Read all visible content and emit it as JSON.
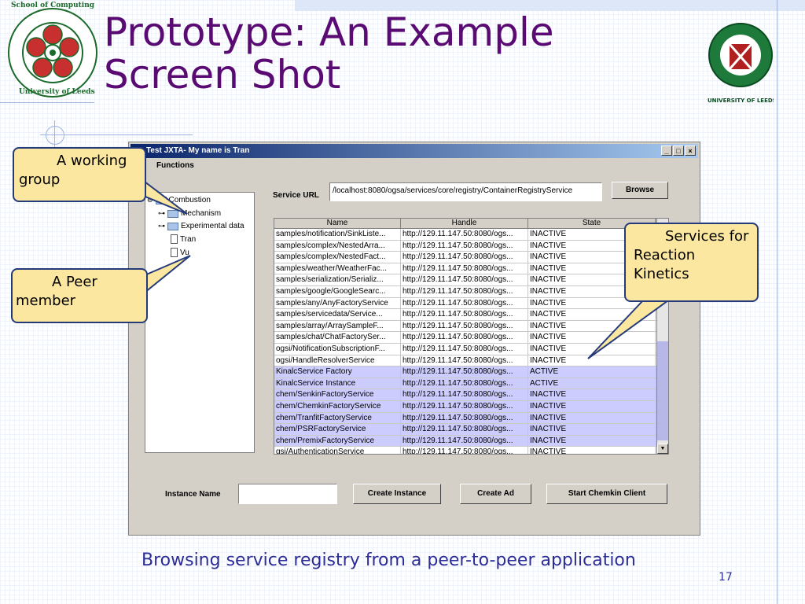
{
  "slide": {
    "title_line1": "Prototype: An Example",
    "title_line2": "Screen Shot",
    "caption": "Browsing service registry from a peer-to-peer application",
    "page_number": "17",
    "left_logo_text_top": "School of Computing",
    "left_logo_text_bottom": "University of Leeds",
    "right_logo_text": "UNIVERSITY OF LEEDS"
  },
  "callouts": {
    "working_group": "A working group",
    "peer_member": "A Peer member",
    "services": "Services for Reaction Kinetics"
  },
  "window": {
    "title": "Test JXTA- My name is Tran",
    "menu": "Functions",
    "buttons": {
      "minimize": "_",
      "maximize": "□",
      "close": "×"
    }
  },
  "tree": {
    "items": [
      {
        "label": "Combustion",
        "type": "folder"
      },
      {
        "label": "Mechanism",
        "type": "folder"
      },
      {
        "label": "Experimental data",
        "type": "folder"
      },
      {
        "label": "Tran",
        "type": "doc"
      },
      {
        "label": "Vu",
        "type": "doc"
      }
    ]
  },
  "service_url": {
    "label": "Service URL",
    "value": "/localhost:8080/ogsa/services/core/registry/ContainerRegistryService",
    "browse_label": "Browse"
  },
  "table": {
    "columns": [
      "Name",
      "Handle",
      "State"
    ],
    "rows": [
      {
        "name": "samples/notification/SinkListe...",
        "handle": "http://129.11.147.50:8080/ogs...",
        "state": "INACTIVE",
        "selected": false
      },
      {
        "name": "samples/complex/NestedArra...",
        "handle": "http://129.11.147.50:8080/ogs...",
        "state": "INACTIVE",
        "selected": false
      },
      {
        "name": "samples/complex/NestedFact...",
        "handle": "http://129.11.147.50:8080/ogs...",
        "state": "INACTIVE",
        "selected": false
      },
      {
        "name": "samples/weather/WeatherFac...",
        "handle": "http://129.11.147.50:8080/ogs...",
        "state": "INACTIVE",
        "selected": false
      },
      {
        "name": "samples/serialization/Serializ...",
        "handle": "http://129.11.147.50:8080/ogs...",
        "state": "INACTIVE",
        "selected": false
      },
      {
        "name": "samples/google/GoogleSearc...",
        "handle": "http://129.11.147.50:8080/ogs...",
        "state": "INACTIVE",
        "selected": false
      },
      {
        "name": "samples/any/AnyFactoryService",
        "handle": "http://129.11.147.50:8080/ogs...",
        "state": "INACTIVE",
        "selected": false
      },
      {
        "name": "samples/servicedata/Service...",
        "handle": "http://129.11.147.50:8080/ogs...",
        "state": "INACTIVE",
        "selected": false
      },
      {
        "name": "samples/array/ArraySampleF...",
        "handle": "http://129.11.147.50:8080/ogs...",
        "state": "INACTIVE",
        "selected": false
      },
      {
        "name": "samples/chat/ChatFactorySer...",
        "handle": "http://129.11.147.50:8080/ogs...",
        "state": "INACTIVE",
        "selected": false
      },
      {
        "name": "ogsi/NotificationSubscriptionF...",
        "handle": "http://129.11.147.50:8080/ogs...",
        "state": "INACTIVE",
        "selected": false
      },
      {
        "name": "ogsi/HandleResolverService",
        "handle": "http://129.11.147.50:8080/ogs...",
        "state": "INACTIVE",
        "selected": false
      },
      {
        "name": "KinalcService Factory",
        "handle": "http://129.11.147.50:8080/ogs...",
        "state": "ACTIVE",
        "selected": true
      },
      {
        "name": "KinalcService Instance",
        "handle": "http://129.11.147.50:8080/ogs...",
        "state": "ACTIVE",
        "selected": true
      },
      {
        "name": "chem/SenkinFactoryService",
        "handle": "http://129.11.147.50:8080/ogs...",
        "state": "INACTIVE",
        "selected": true
      },
      {
        "name": "chem/ChemkinFactoryService",
        "handle": "http://129.11.147.50:8080/ogs...",
        "state": "INACTIVE",
        "selected": true
      },
      {
        "name": "chem/TranfitFactoryService",
        "handle": "http://129.11.147.50:8080/ogs...",
        "state": "INACTIVE",
        "selected": true
      },
      {
        "name": "chem/PSRFactoryService",
        "handle": "http://129.11.147.50:8080/ogs...",
        "state": "INACTIVE",
        "selected": true
      },
      {
        "name": "chem/PremixFactoryService",
        "handle": "http://129.11.147.50:8080/ogs...",
        "state": "INACTIVE",
        "selected": true
      },
      {
        "name": "gsi/AuthenticationService",
        "handle": "http://129.11.147.50:8080/ogs...",
        "state": "INACTIVE",
        "selected": false
      }
    ]
  },
  "bottom": {
    "instance_label": "Instance Name",
    "instance_value": "",
    "create_instance": "Create Instance",
    "create_ad": "Create Ad",
    "start_client": "Start Chemkin Client"
  },
  "colors": {
    "title": "#5a0a73",
    "callout_fill": "#fbe7a0",
    "callout_border": "#243a7a",
    "selection": "#ccccff",
    "caption": "#2c2c96"
  }
}
